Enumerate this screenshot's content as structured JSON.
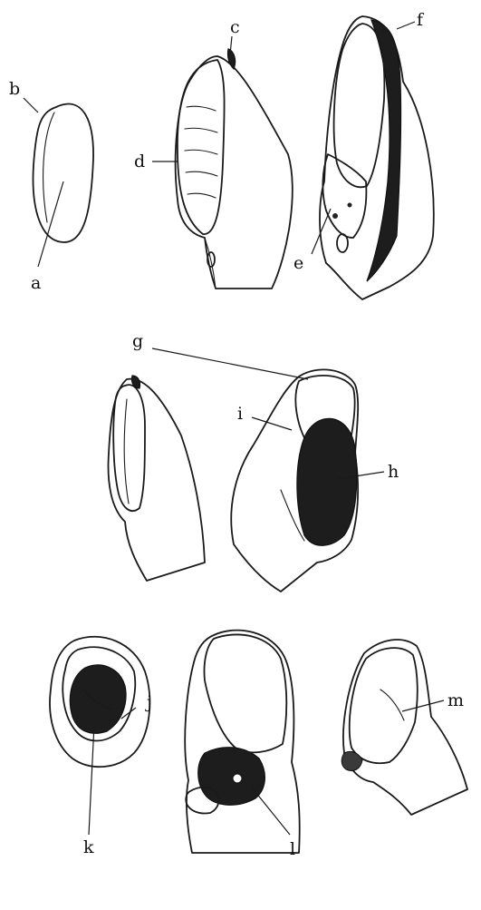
{
  "labels": {
    "a": "a",
    "b": "b",
    "c": "c",
    "d": "d",
    "e": "e",
    "f": "f",
    "g": "g",
    "h": "h",
    "i": "i",
    "j": "j",
    "k": "k",
    "l": "l",
    "m": "m"
  },
  "colors": {
    "ink": "#1a1a1a",
    "paper": "#ffffff"
  }
}
